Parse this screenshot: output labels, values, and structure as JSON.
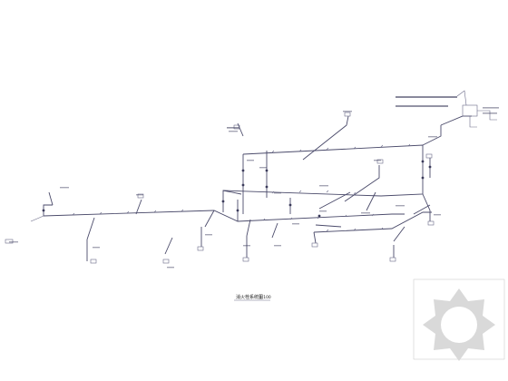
{
  "drawing": {
    "title": "消火栓系统图",
    "scale": "1:100"
  },
  "colors": {
    "pipe": "#4a4a6a",
    "paper": "#ffffff",
    "logo_fill": "#d9d9d9"
  },
  "icons": [
    "valve-icon",
    "hydrant-icon",
    "water-tank-icon",
    "watermark-logo"
  ]
}
